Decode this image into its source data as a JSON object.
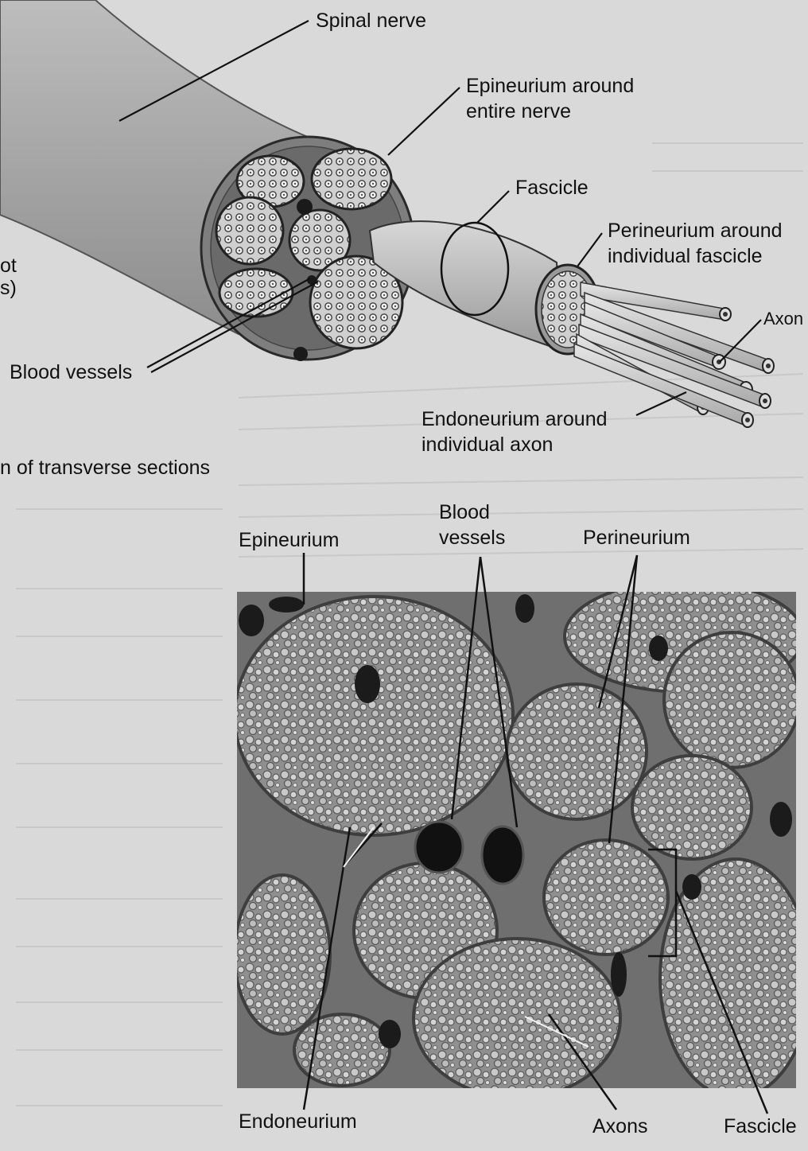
{
  "labels": {
    "spinal_nerve": "Spinal nerve",
    "epineurium_around_line1": "Epineurium around",
    "epineurium_around_line2": "entire nerve",
    "fascicle_top": "Fascicle",
    "perineurium_around_line1": "Perineurium around",
    "perineurium_around_line2": "individual fascicle",
    "axon_top": "Axon",
    "blood_vessels_left": "Blood vessels",
    "endoneurium_around_line1": "Endoneurium around",
    "endoneurium_around_line2": "individual axon",
    "cut_root_fragment": "ot",
    "cut_paren_fragment": "s)",
    "transverse_sections": "n of transverse sections",
    "epineurium_photo": "Epineurium",
    "blood_vessels_photo_line1": "Blood",
    "blood_vessels_photo_line2": "vessels",
    "perineurium_photo": "Perineurium",
    "endoneurium_photo": "Endoneurium",
    "axons_photo": "Axons",
    "fascicle_photo": "Fascicle"
  },
  "colors": {
    "page": "#d9d9d9",
    "nerve": "#a9a9a9",
    "epineurium": "#7e7e7e",
    "fascicle": "#bdbdbd",
    "photo": "#6f6f6f"
  }
}
